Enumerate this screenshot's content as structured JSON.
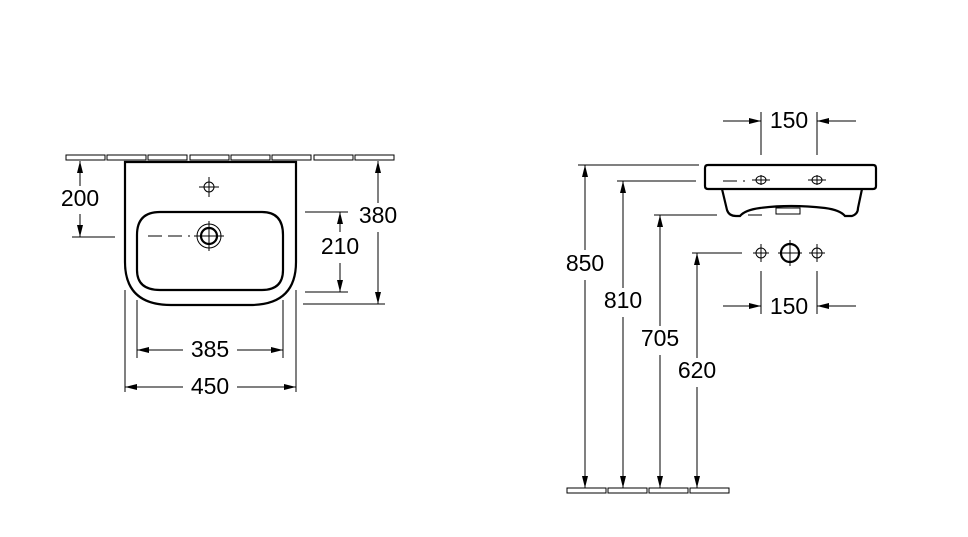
{
  "front_view": {
    "dim_tap_height": "200",
    "dim_total_depth": "380",
    "dim_bowl_depth": "210",
    "dim_bowl_width": "385",
    "dim_total_width": "450"
  },
  "side_view": {
    "dim_top_spacing": "150",
    "dim_bottom_spacing": "150",
    "dim_rim_height": "850",
    "dim_810": "810",
    "dim_705": "705",
    "dim_620": "620"
  }
}
